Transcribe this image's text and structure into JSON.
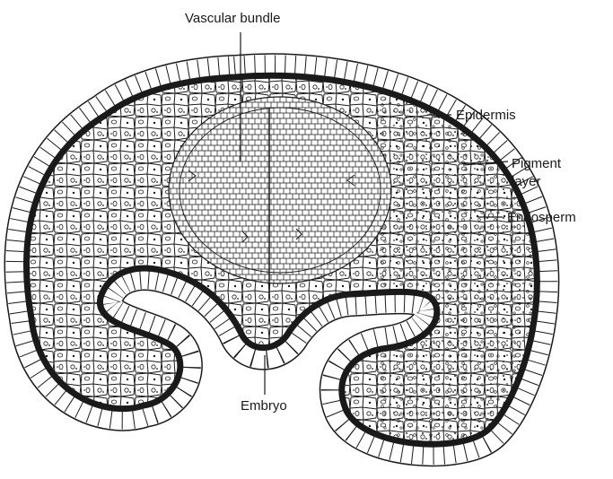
{
  "diagram": {
    "labels": {
      "vascular_bundle": "Vascular bundle",
      "epidermis": "Epidermis",
      "pigment_line1": "Pigment",
      "pigment_line2": "layer",
      "endosperm": "Endosperm",
      "embryo": "Embryo"
    },
    "colors": {
      "ink": "#1a1a1a",
      "background": "#ffffff"
    }
  }
}
